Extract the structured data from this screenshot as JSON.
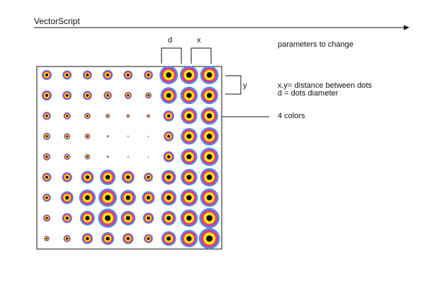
{
  "title": "VectorScript",
  "labels": {
    "d": "d",
    "x": "x",
    "y": "y",
    "parameters": "parameters to change",
    "xy_line": "x,y= distance between dots",
    "d_line": "d  = dots diameter",
    "colors": "4 colors"
  },
  "palette": [
    "#4a90e2",
    "#e8338a",
    "#ffe600",
    "#111111"
  ],
  "grid": {
    "rows": 9,
    "cols": 9,
    "dot_scale": [
      [
        0.55,
        0.5,
        0.5,
        0.55,
        0.5,
        0.5,
        1.0,
        1.0,
        1.0
      ],
      [
        0.55,
        0.5,
        0.5,
        0.45,
        0.4,
        0.35,
        0.9,
        0.95,
        0.95
      ],
      [
        0.45,
        0.4,
        0.35,
        0.25,
        0.2,
        0.2,
        0.6,
        0.9,
        0.95
      ],
      [
        0.4,
        0.35,
        0.3,
        0.12,
        0.08,
        0.06,
        0.55,
        0.9,
        1.0
      ],
      [
        0.4,
        0.35,
        0.3,
        0.12,
        0.08,
        0.06,
        0.6,
        0.9,
        1.0
      ],
      [
        0.5,
        0.55,
        0.7,
        0.85,
        0.7,
        0.5,
        0.8,
        0.9,
        1.0
      ],
      [
        0.45,
        0.7,
        0.9,
        1.0,
        0.85,
        0.7,
        0.85,
        0.95,
        1.0
      ],
      [
        0.4,
        0.55,
        0.8,
        1.05,
        0.8,
        0.6,
        0.8,
        0.95,
        1.1
      ],
      [
        0.3,
        0.4,
        0.6,
        0.7,
        0.6,
        0.5,
        0.8,
        0.95,
        1.15
      ]
    ]
  }
}
